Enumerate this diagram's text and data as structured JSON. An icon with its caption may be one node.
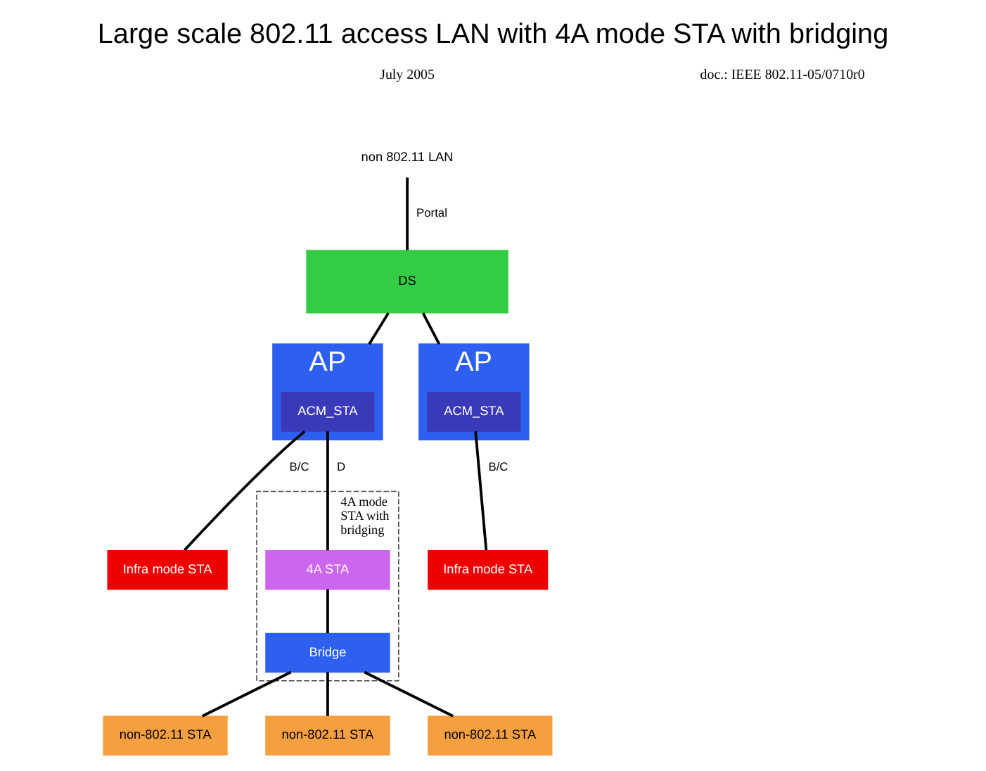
{
  "diagram": {
    "title": "Large scale 802.11 access LAN with 4A mode STA with bridging",
    "nodes": [
      {
        "text": [
          "non 802.11 LAN"
        ]
      },
      {
        "text": [
          "DS"
        ]
      },
      {
        "text": [
          "AP"
        ]
      },
      {
        "text": [
          "ACM_STA"
        ],
        "in": 2
      },
      {
        "text": [
          "Infra mode STA"
        ]
      },
      {
        "text": [
          "4A mode STA with bridging"
        ]
      },
      {
        "text": [
          "4A STA"
        ],
        "in": 5
      },
      {
        "text": [
          "Bridge"
        ],
        "in": 5
      },
      {
        "text": [
          "AP"
        ]
      },
      {
        "text": [
          "ACM_STA"
        ],
        "in": 8
      },
      {
        "text": [
          "Infra mode STA"
        ]
      },
      {
        "text": [
          "non-802.11 STA"
        ]
      },
      {
        "text": [
          "non-802.11 STA"
        ]
      },
      {
        "text": [
          "non-802.11 STA"
        ]
      }
    ],
    "edges": [
      {
        "from": 0,
        "to": 1,
        "arrow": "none",
        "label": "Portal"
      },
      {
        "from": 1,
        "to": 2,
        "arrow": "none"
      },
      {
        "from": 1,
        "to": 8,
        "arrow": "none"
      },
      {
        "from": 3,
        "to": 4,
        "arrow": "none",
        "label": "B/C"
      },
      {
        "from": 3,
        "to": 6,
        "arrow": "none",
        "label": "D"
      },
      {
        "from": 9,
        "to": 10,
        "arrow": "none",
        "label": "B/C"
      },
      {
        "from": 6,
        "to": 7,
        "arrow": "none"
      },
      {
        "from": 7,
        "to": 11,
        "arrow": "none"
      },
      {
        "from": 7,
        "to": 12,
        "arrow": "none"
      },
      {
        "from": 7,
        "to": 13,
        "arrow": "none"
      }
    ],
    "labels": [
      "July 2005",
      "doc.: IEEE 802.11-05/0710r0"
    ]
  }
}
